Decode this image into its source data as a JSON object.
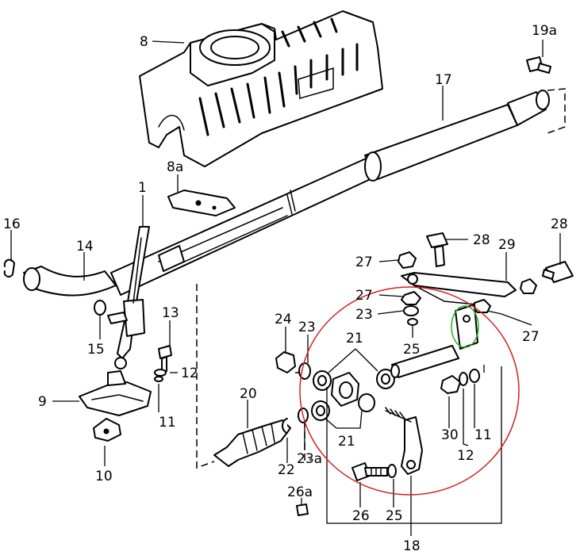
{
  "highlight": {
    "red": "#d42020",
    "green": "#22b022"
  },
  "callouts": [
    {
      "id": "8",
      "text": "8"
    },
    {
      "id": "19a",
      "text": "19a"
    },
    {
      "id": "17",
      "text": "17"
    },
    {
      "id": "8a",
      "text": "8a"
    },
    {
      "id": "1",
      "text": "1"
    },
    {
      "id": "16",
      "text": "16"
    },
    {
      "id": "14",
      "text": "14"
    },
    {
      "id": "28a",
      "text": "28"
    },
    {
      "id": "28b",
      "text": "28"
    },
    {
      "id": "29",
      "text": "29"
    },
    {
      "id": "27a",
      "text": "27"
    },
    {
      "id": "27b",
      "text": "27"
    },
    {
      "id": "27c",
      "text": "27"
    },
    {
      "id": "23a_top",
      "text": "23"
    },
    {
      "id": "25a",
      "text": "25"
    },
    {
      "id": "13",
      "text": "13"
    },
    {
      "id": "15",
      "text": "15"
    },
    {
      "id": "12a",
      "text": "12"
    },
    {
      "id": "11a",
      "text": "11"
    },
    {
      "id": "24",
      "text": "24"
    },
    {
      "id": "23b",
      "text": "23"
    },
    {
      "id": "21a",
      "text": "21"
    },
    {
      "id": "21b",
      "text": "21"
    },
    {
      "id": "9",
      "text": "9"
    },
    {
      "id": "20",
      "text": "20"
    },
    {
      "id": "10",
      "text": "10"
    },
    {
      "id": "22",
      "text": "22"
    },
    {
      "id": "23c",
      "text": "23a"
    },
    {
      "id": "30",
      "text": "30"
    },
    {
      "id": "11b",
      "text": "11"
    },
    {
      "id": "12b",
      "text": "12"
    },
    {
      "id": "26a",
      "text": "26a"
    },
    {
      "id": "26",
      "text": "26"
    },
    {
      "id": "25b",
      "text": "25"
    },
    {
      "id": "18",
      "text": "18"
    }
  ]
}
